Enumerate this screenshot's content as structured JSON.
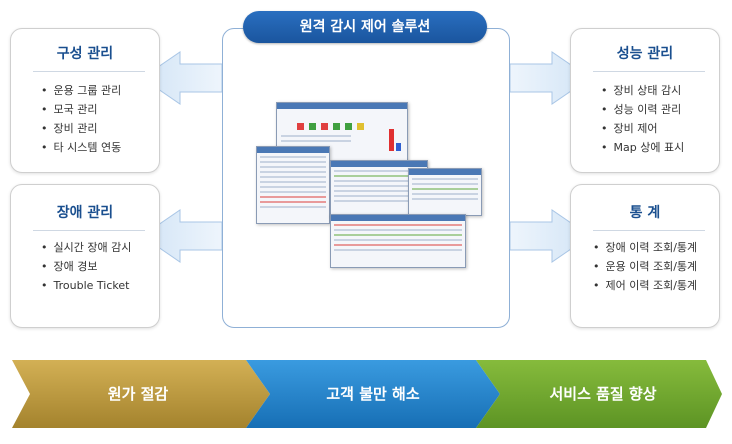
{
  "center": {
    "title": "원격 감시 제어 솔루션"
  },
  "panels": {
    "config": {
      "title": "구성 관리",
      "items": [
        "운용 그룹 관리",
        "모국 관리",
        "장비 관리",
        "타 시스템 연동"
      ]
    },
    "fault": {
      "title": "장애 관리",
      "items": [
        "실시간 장애 감시",
        "장애 경보",
        "Trouble Ticket"
      ]
    },
    "performance": {
      "title": "성능 관리",
      "items": [
        "장비 상태 감시",
        "성능 이력 관리",
        "장비 제어",
        "Map 상에 표시"
      ]
    },
    "statistics": {
      "title": "통 계",
      "items": [
        "장애 이력 조회/통계",
        "운용 이력 조회/통계",
        "제어 이력 조회/통계"
      ]
    }
  },
  "benefits": [
    "원가 절감",
    "고객 불만 해소",
    "서비스 품질 향상"
  ],
  "colors": {
    "title_blue": "#1a559e",
    "arrow_fill": "#d9e8f7",
    "arrow_stroke": "#a9c6e6",
    "band_gold": "#b8923a",
    "band_blue": "#1e84cc",
    "band_green": "#6fa52a"
  }
}
